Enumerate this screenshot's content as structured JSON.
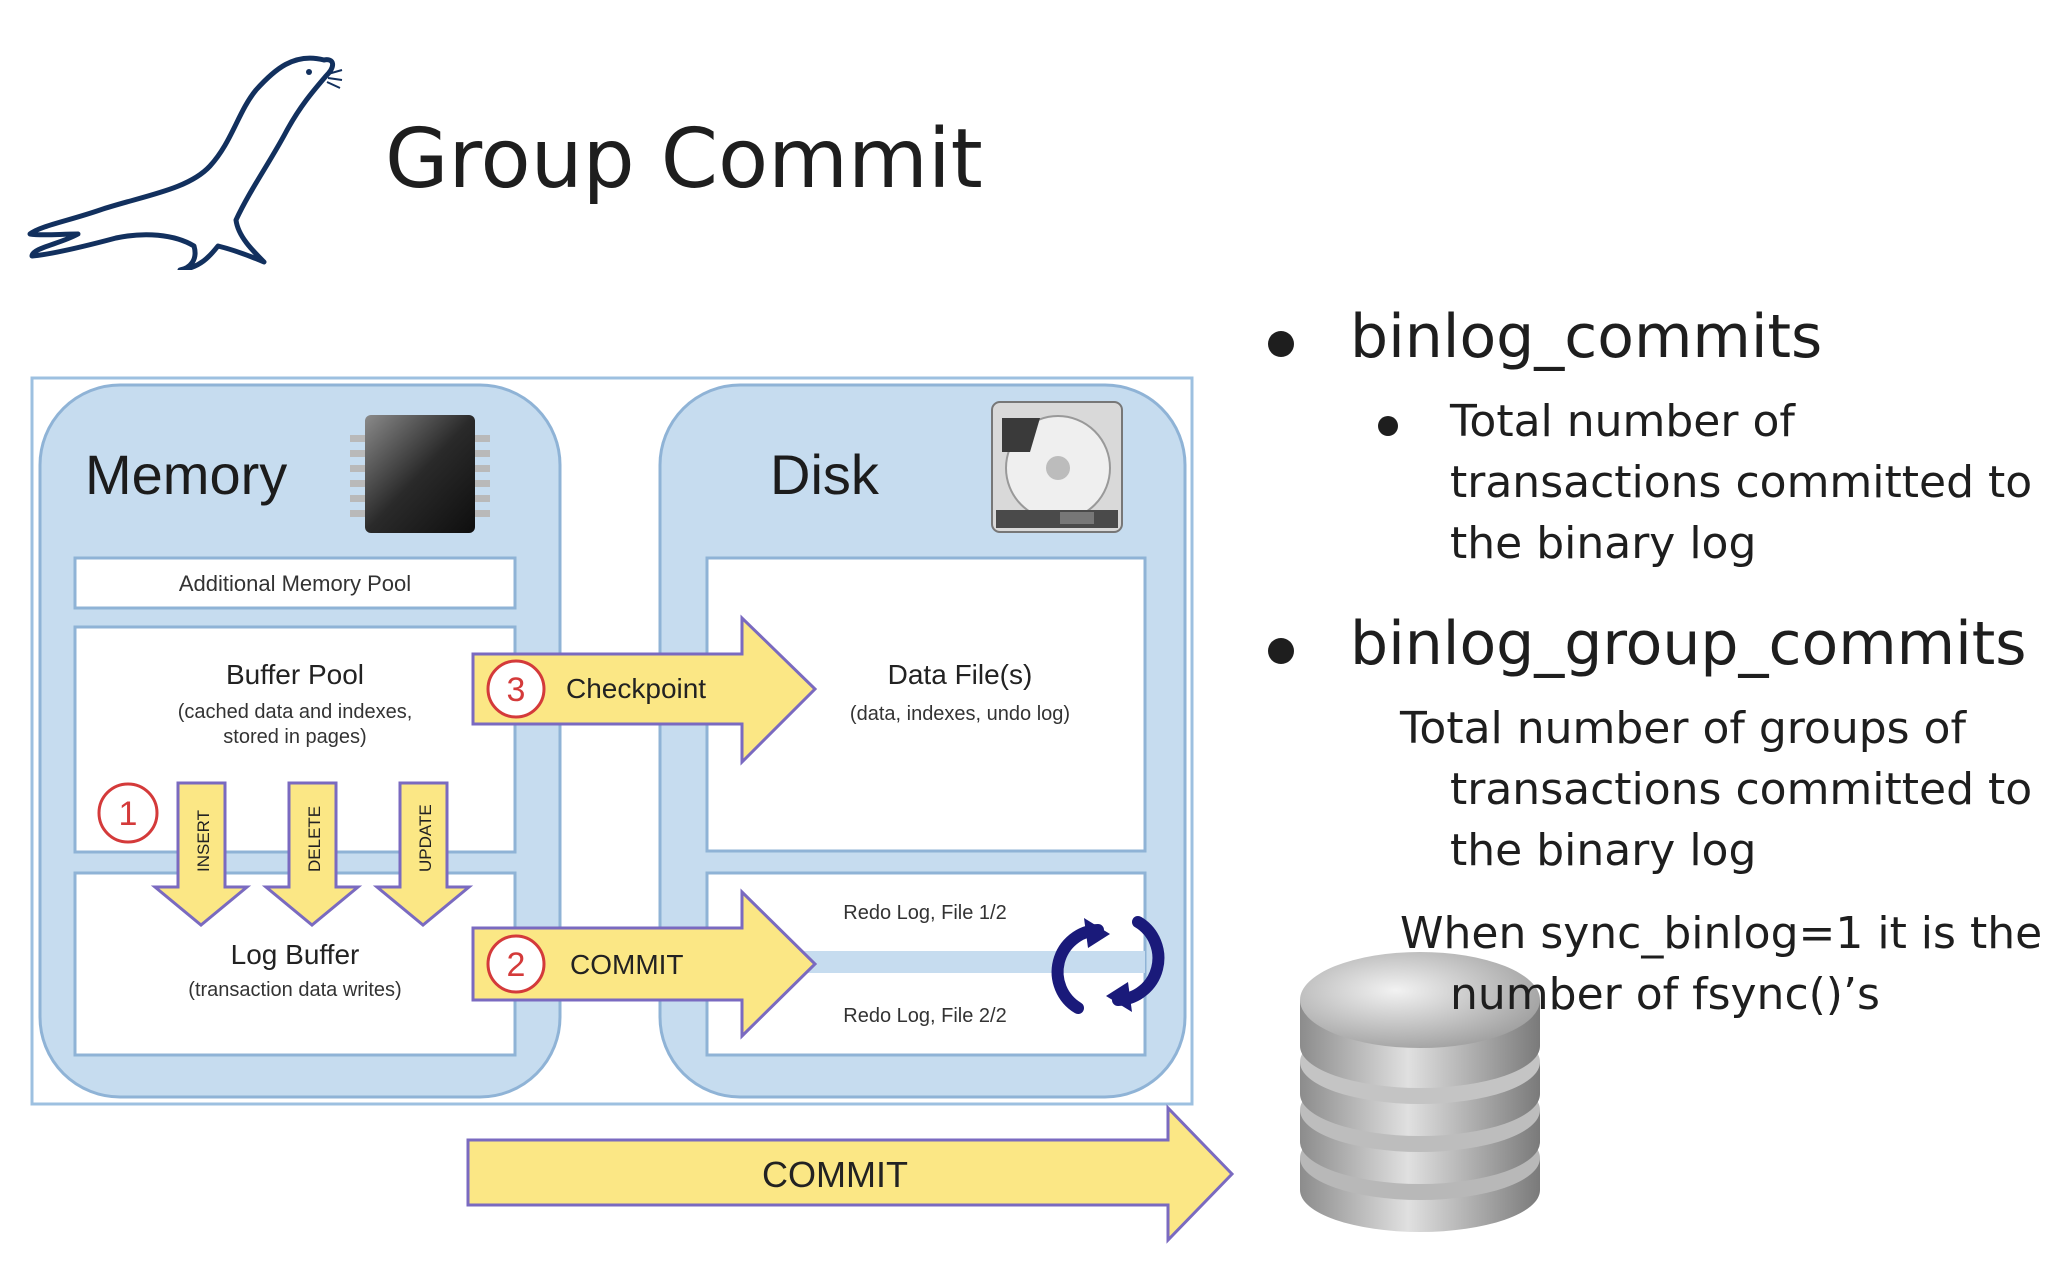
{
  "slide": {
    "title": "Group Commit"
  },
  "diagram": {
    "memory_label": "Memory",
    "disk_label": "Disk",
    "additional_memory_pool": "Additional Memory Pool",
    "buffer_pool": {
      "title": "Buffer Pool",
      "subtitle_line1": "(cached data and indexes,",
      "subtitle_line2": "stored in pages)"
    },
    "log_buffer": {
      "title": "Log Buffer",
      "subtitle": "(transaction data writes)"
    },
    "data_files": {
      "title": "Data File(s)",
      "subtitle": "(data, indexes, undo log)"
    },
    "redo_log_1": "Redo Log, File 1/2",
    "redo_log_2": "Redo Log, File 2/2",
    "step1": "1",
    "step2": "2",
    "step3": "3",
    "checkpoint_label": "Checkpoint",
    "commit_label": "COMMIT",
    "bottom_commit_label": "COMMIT",
    "ops": [
      "INSERT",
      "DELETE",
      "UPDATE"
    ],
    "colors": {
      "panel_fill": "#c6dcef",
      "panel_stroke": "#8fb3d6",
      "arrow_fill": "#fbe785",
      "arrow_stroke": "#7a6ac0",
      "step_circle": "#d43a3a",
      "cycle_arrows": "#1a1a7a"
    }
  },
  "bullets": {
    "item1": {
      "heading": "binlog_commits",
      "sub_lines": [
        "Total number of",
        "transactions committed to",
        "the binary log"
      ]
    },
    "item2": {
      "heading": "binlog_group_commits",
      "para1_lines": [
        "Total number of groups of",
        "transactions committed to",
        "the binary log"
      ],
      "para2_lines": [
        "When sync_binlog=1 it is the",
        "number of fsync()’s"
      ]
    }
  }
}
